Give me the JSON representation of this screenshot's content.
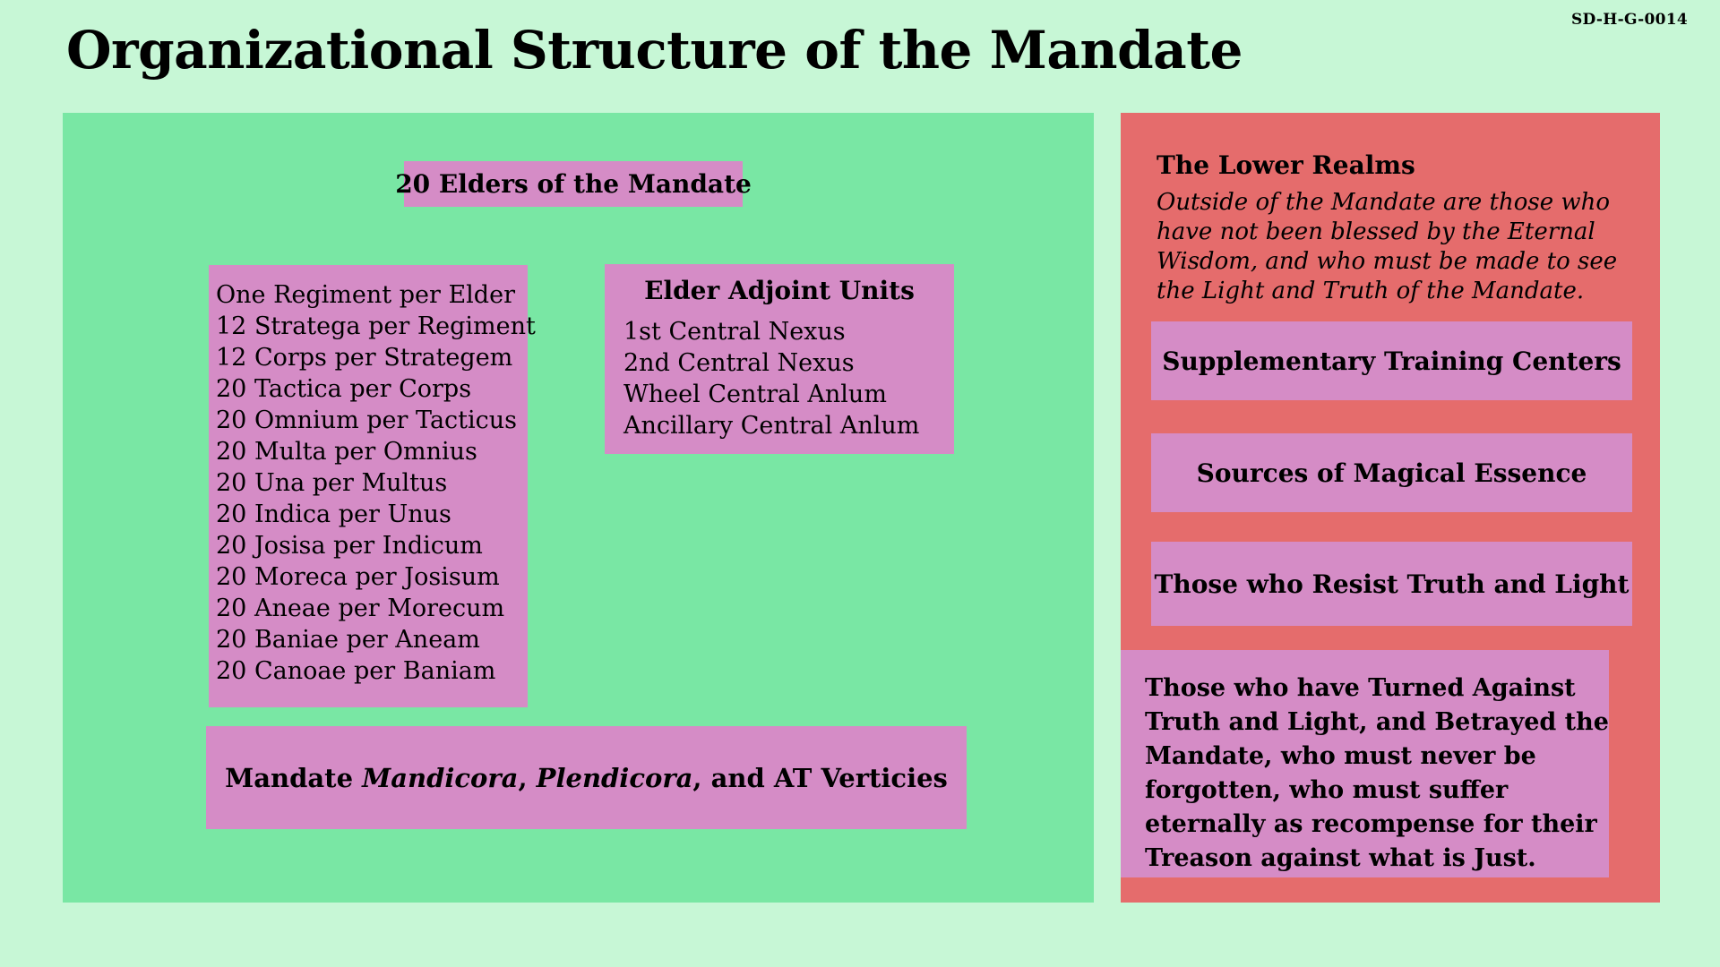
{
  "page": {
    "title": "Organizational Structure of the Mandate",
    "doc_code": "SD-H-G-0014"
  },
  "colors": {
    "background": "#c7f7d6",
    "mandate_panel": "#79e7a4",
    "lower_realms_panel": "#e56c6c",
    "box_pink": "#d58cc6",
    "text": "#000000"
  },
  "mandate_panel": {
    "elders_box_label": "20 Elders of the Mandate",
    "hierarchy": [
      "One Regiment per Elder",
      "12 Stratega per Regiment",
      "12 Corps per Strategem",
      "20 Tactica per Corps",
      "20 Omnium per Tacticus",
      "20 Multa per Omnius",
      "20 Una per Multus",
      "20 Indica per Unus",
      "20 Josisa per Indicum",
      "20 Moreca per Josisum",
      "20 Aneae per Morecum",
      "20 Baniae per Aneam",
      "20 Canoae per Baniam"
    ],
    "adjoint_units": {
      "title": "Elder Adjoint Units",
      "units": [
        "1st Central Nexus",
        "2nd Central Nexus",
        "Wheel Central Anlum",
        "Ancillary Central Anlum"
      ]
    },
    "verticies_box": {
      "part1": "Mandate ",
      "part2": "Mandicora",
      "part3": ", ",
      "part4": "Plendicora",
      "part5": ", and AT Verticies"
    }
  },
  "lower_realms": {
    "title": "The Lower Realms",
    "description_lines": [
      "Outside of the Mandate are those who",
      "have not been blessed by the Eternal",
      "Wisdom, and who must be made to see",
      "the Light and Truth of the Mandate."
    ],
    "boxes": [
      "Supplementary Training Centers",
      "Sources of Magical Essence",
      "Those who Resist Truth and Light"
    ],
    "betrayers_box_lines": [
      "Those who have Turned Against",
      "Truth and Light, and Betrayed the",
      "Mandate, who must never be",
      "forgotten, who must suffer",
      "eternally as recompense for their",
      "Treason against what is Just."
    ]
  }
}
